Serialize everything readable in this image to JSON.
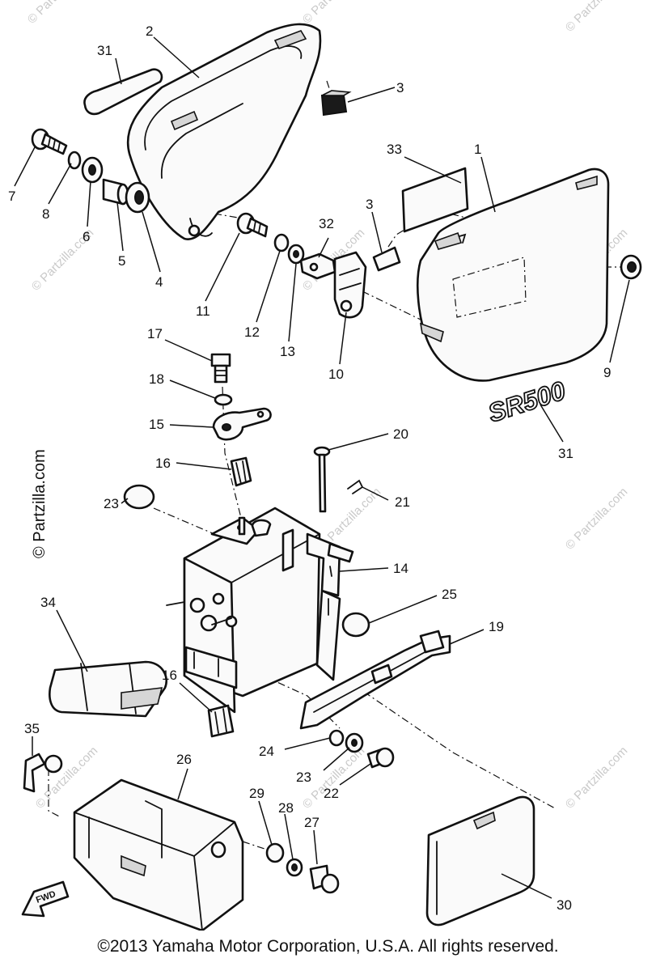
{
  "callouts": [
    "1",
    "2",
    "3",
    "3",
    "4",
    "5",
    "6",
    "7",
    "8",
    "9",
    "10",
    "11",
    "12",
    "13",
    "14",
    "15",
    "16",
    "16",
    "17",
    "18",
    "19",
    "20",
    "21",
    "22",
    "23",
    "24",
    "25",
    "26",
    "27",
    "28",
    "29",
    "30",
    "31",
    "31",
    "32",
    "33",
    "34",
    "35",
    "23"
  ],
  "emblem_text": "SR500",
  "fwd_label": "FWD",
  "watermark": "© Partzilla.com",
  "copyright": "©2013 Yamaha Motor Corporation, U.S.A. All rights reserved."
}
